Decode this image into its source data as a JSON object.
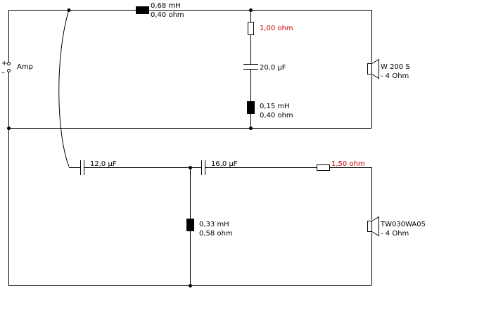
{
  "amp": {
    "label": "Amp",
    "plus": "+",
    "minus": "–"
  },
  "woofer_branch": {
    "series_inductor": {
      "value": "0,68 mH",
      "resistance": "0,40 ohm"
    },
    "zobel_resistor": {
      "value": "1,00 ohm",
      "color": "#cc0000"
    },
    "zobel_capacitor": {
      "value": "20,0 µF"
    },
    "zobel_inductor": {
      "value": "0,15 mH",
      "resistance": "0,40 ohm"
    },
    "speaker": {
      "model": "W 200 S",
      "impedance": "- 4 Ohm",
      "icon": "speaker-icon"
    }
  },
  "tweeter_branch": {
    "cap1": {
      "value": "12,0 µF"
    },
    "cap2": {
      "value": "16,0 µF"
    },
    "shunt_inductor": {
      "value": "0,33 mH",
      "resistance": "0,58 ohm"
    },
    "series_resistor": {
      "value": "1,50 ohm",
      "color": "#cc0000"
    },
    "speaker": {
      "model": "TW030WA05",
      "impedance": "- 4 Ohm",
      "icon": "speaker-icon"
    }
  }
}
